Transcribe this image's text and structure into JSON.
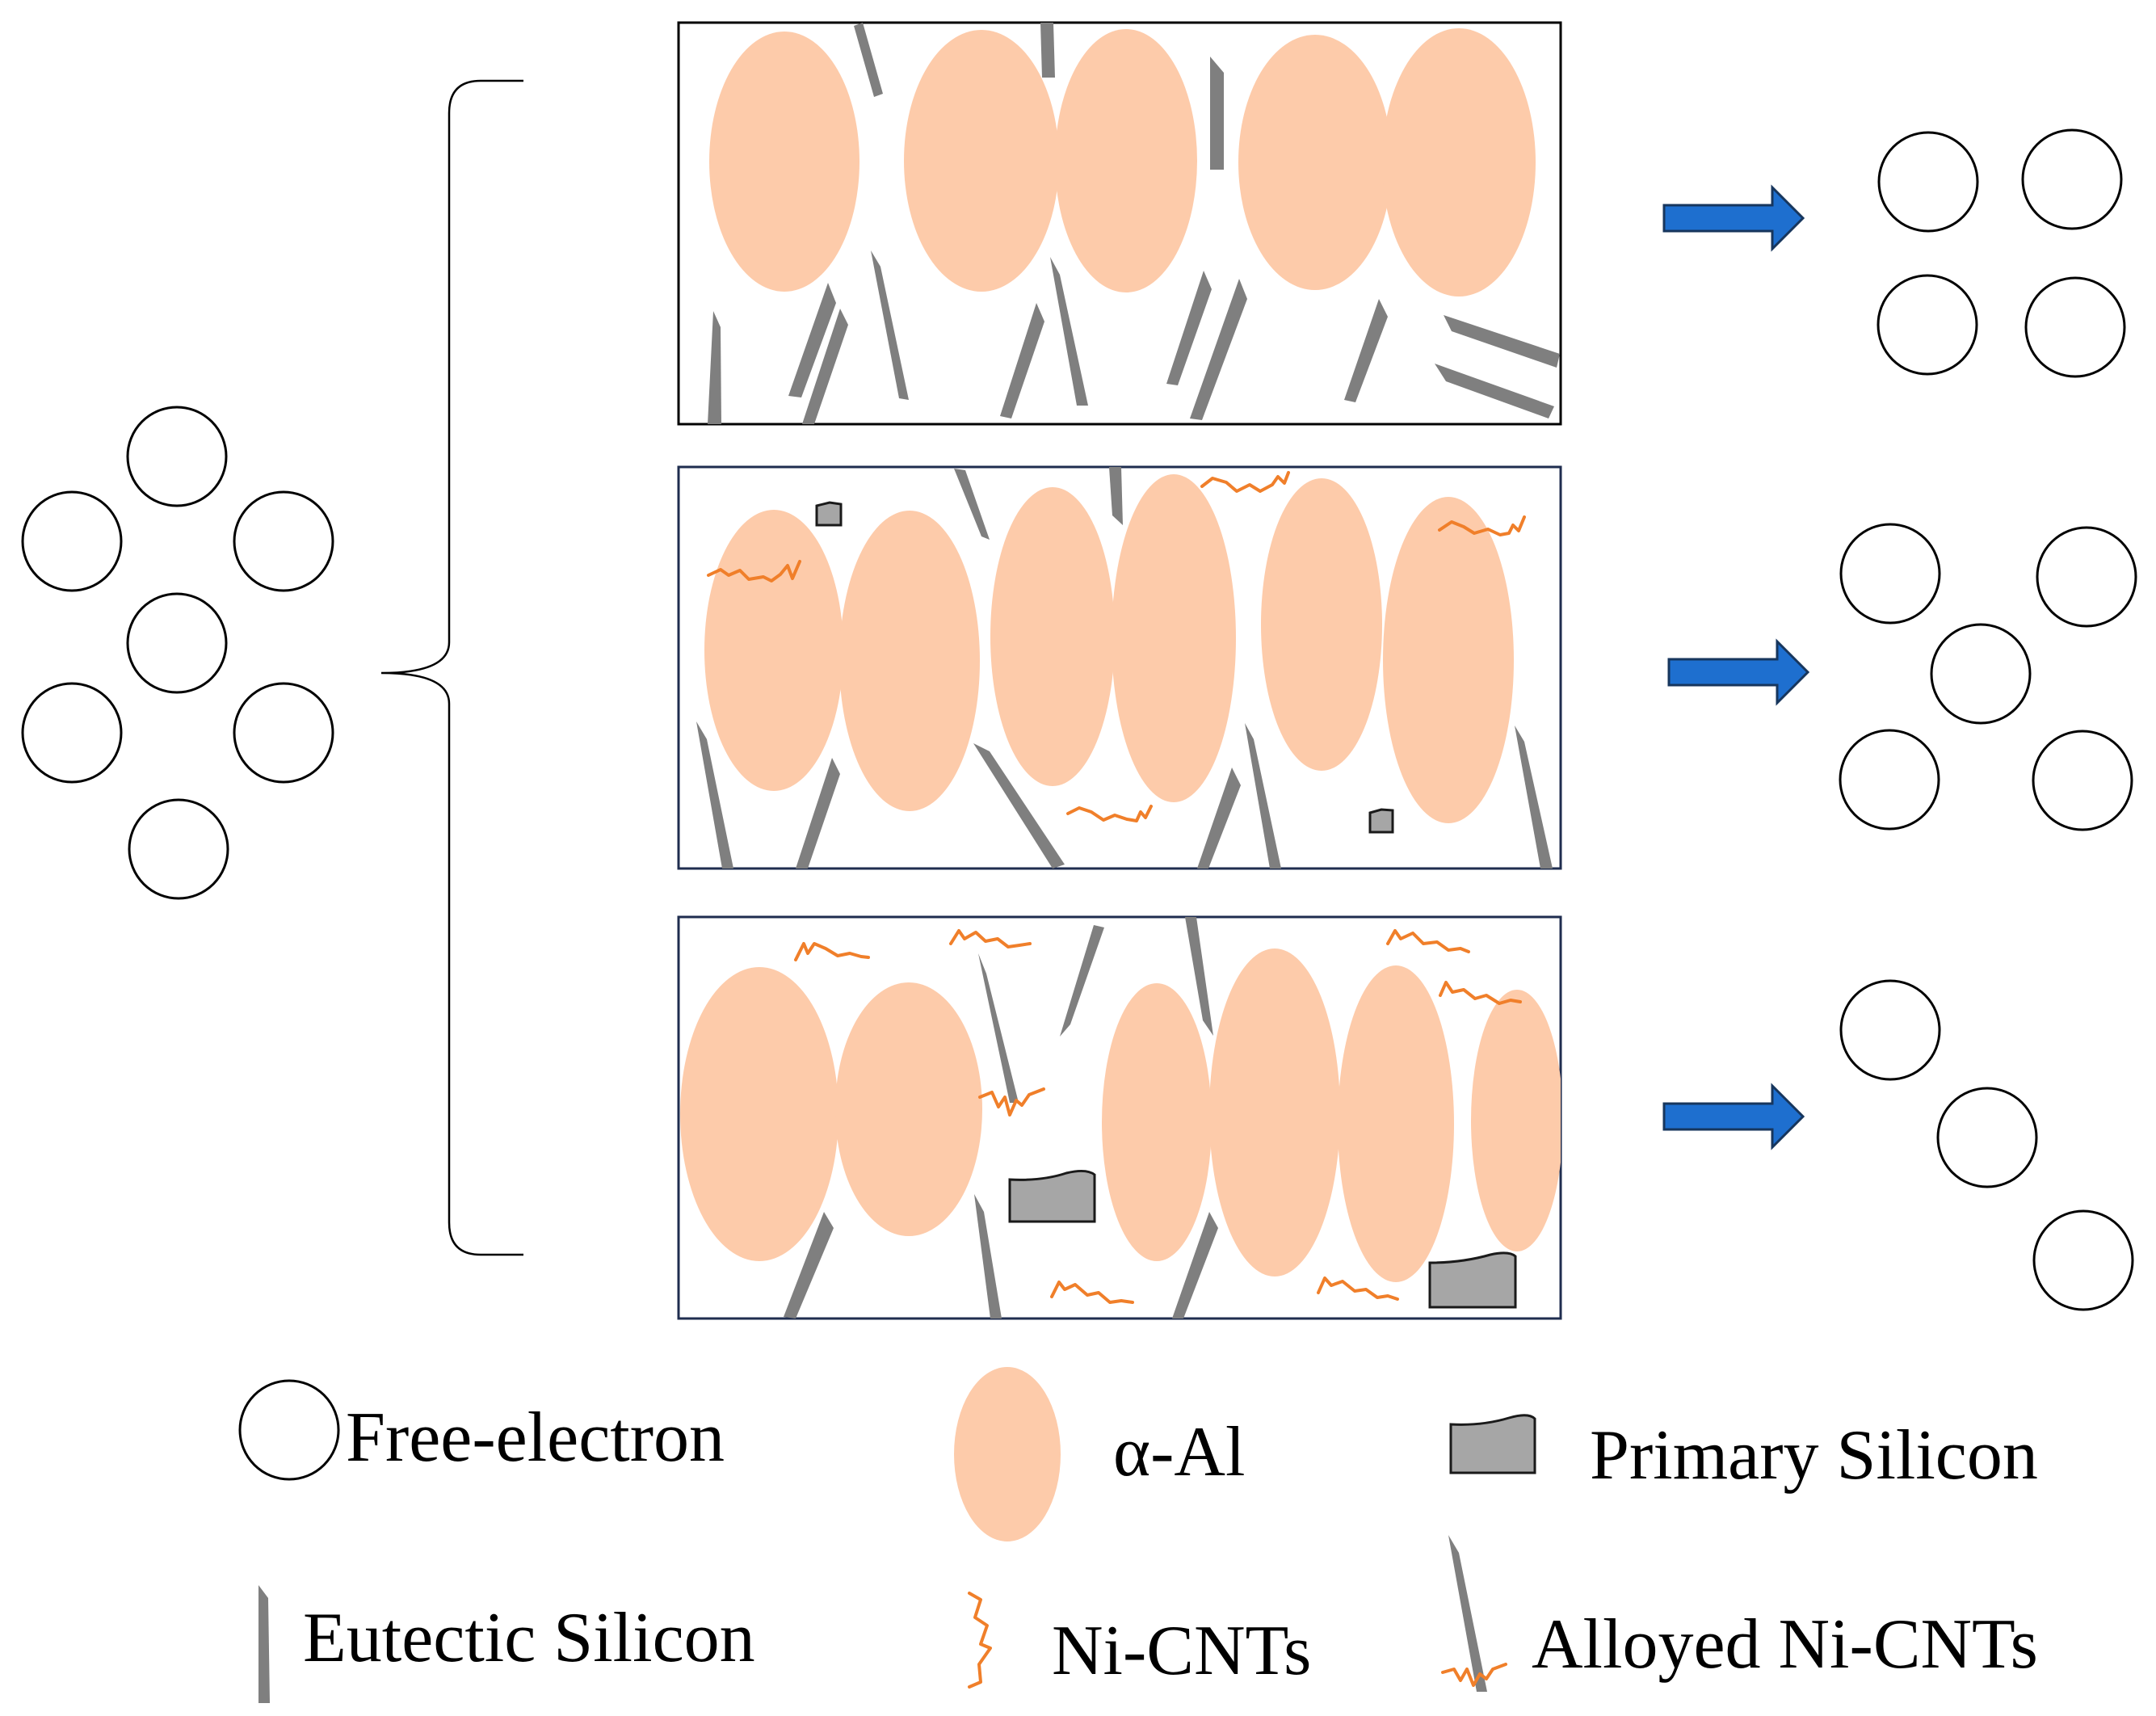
{
  "colors": {
    "alpha_al": "#FDCBAA",
    "eutectic_silicon": "#7F7F7F",
    "primary_silicon": "#A6A6A6",
    "ni_cnts": "#F07F2A",
    "arrow_fill": "#1E6FCF",
    "arrow_stroke": "#17365D",
    "panel_border_top": "#000000",
    "panel_border_other": "#1F2D4F",
    "electron_stroke": "#000000"
  },
  "panels": [
    {
      "name": "panel-top",
      "ni_cnts": false,
      "primary_silicon": false
    },
    {
      "name": "panel-middle",
      "ni_cnts": true,
      "primary_silicon": true
    },
    {
      "name": "panel-bottom",
      "ni_cnts": true,
      "primary_silicon": true,
      "alloyed_ni_cnts": true
    }
  ],
  "legend": {
    "free_electron": {
      "label": "Free-electron",
      "icon": "circle-outline-icon"
    },
    "alpha_al": {
      "label": "α-Al",
      "icon": "ellipse-icon"
    },
    "primary_silicon": {
      "label": "Primary Silicon",
      "icon": "block-icon"
    },
    "eutectic_silicon": {
      "label": "Eutectic Silicon",
      "icon": "needle-icon"
    },
    "ni_cnts": {
      "label": "Ni-CNTs",
      "icon": "squiggle-icon"
    },
    "alloyed_ni_cnts": {
      "label": "Alloyed Ni-CNTs",
      "icon": "needle-with-squiggle-icon"
    }
  }
}
